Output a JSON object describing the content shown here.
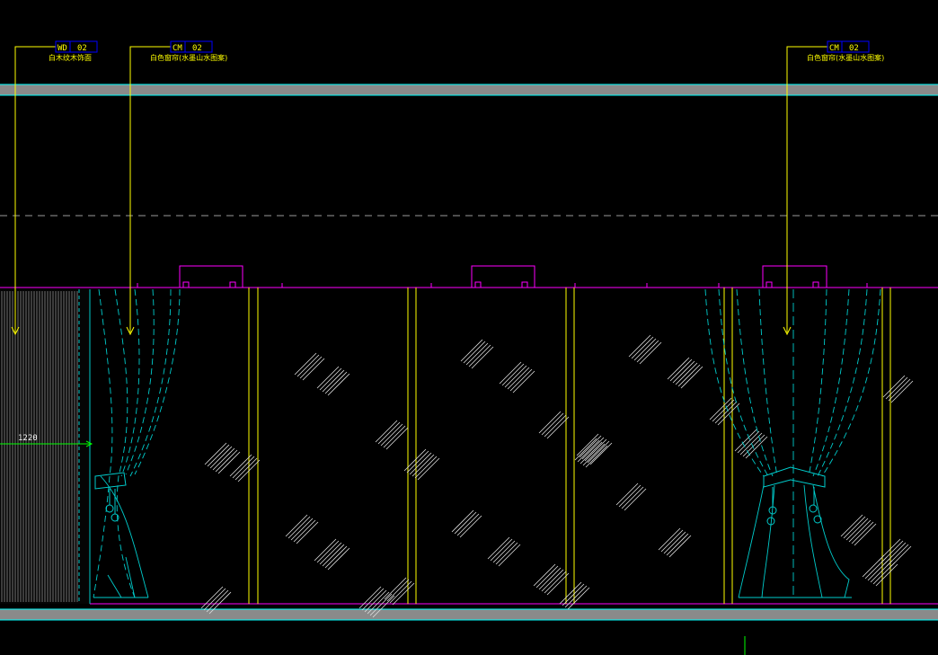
{
  "drawing": {
    "background": "#000000",
    "colors": {
      "beam": "#8a8a8a",
      "beam_edge": "#00ffff",
      "ceiling_line": "#ff00ff",
      "leader": "#ffff00",
      "curtain": "#00cccc",
      "glass": "#e0e0e0",
      "mullion": "#ffff00",
      "dimension": "#00ff00",
      "tag_box": "#0000ff",
      "dashed": "#9a9a9a",
      "panel": "#cccccc"
    },
    "callouts": [
      {
        "code": "WD",
        "number": "02",
        "note": "白木纹木饰面"
      },
      {
        "code": "CM",
        "number": "02",
        "note": "白色窗帘(水墨山水图案)"
      },
      {
        "code": "CM",
        "number": "02",
        "note": "白色窗帘(水墨山水图案)"
      }
    ],
    "dimension_label": "1220",
    "icons": [
      "curtain-tieback-icon",
      "curtain-pelmet-icon",
      "glass-hatch-icon"
    ]
  }
}
